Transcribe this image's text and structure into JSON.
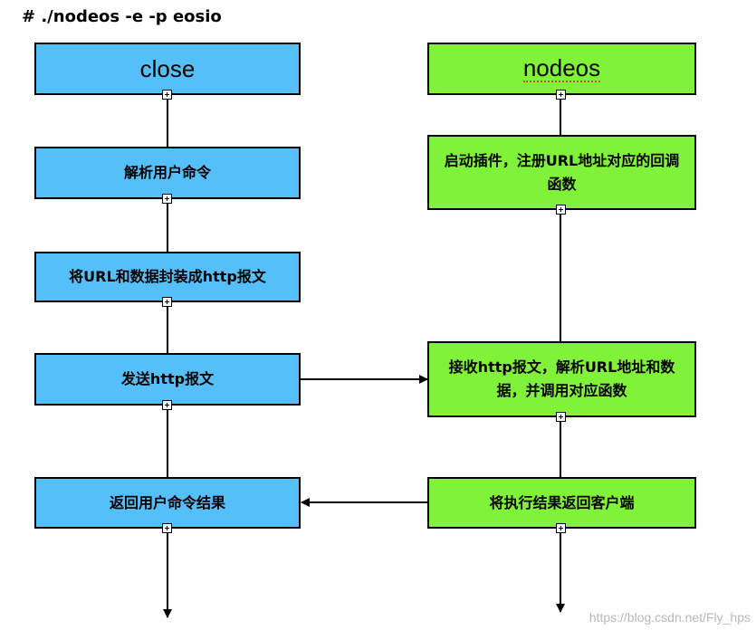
{
  "command": "# ./nodeos -e -p eosio",
  "left": {
    "title": "close",
    "steps": [
      "解析用户命令",
      "将URL和数据封装成http报文",
      "发送http报文",
      "返回用户命令结果"
    ]
  },
  "right": {
    "title": "nodeos",
    "steps": [
      "启动插件，注册URL地址对应的回调函数",
      "接收http报文，解析URL地址和数据，并调用对应函数",
      "将执行结果返回客户端"
    ]
  },
  "colors": {
    "left_fill": "#55bff9",
    "right_fill": "#80f23a",
    "border": "#000000"
  },
  "watermark": "https://blog.csdn.net/Fly_hps"
}
